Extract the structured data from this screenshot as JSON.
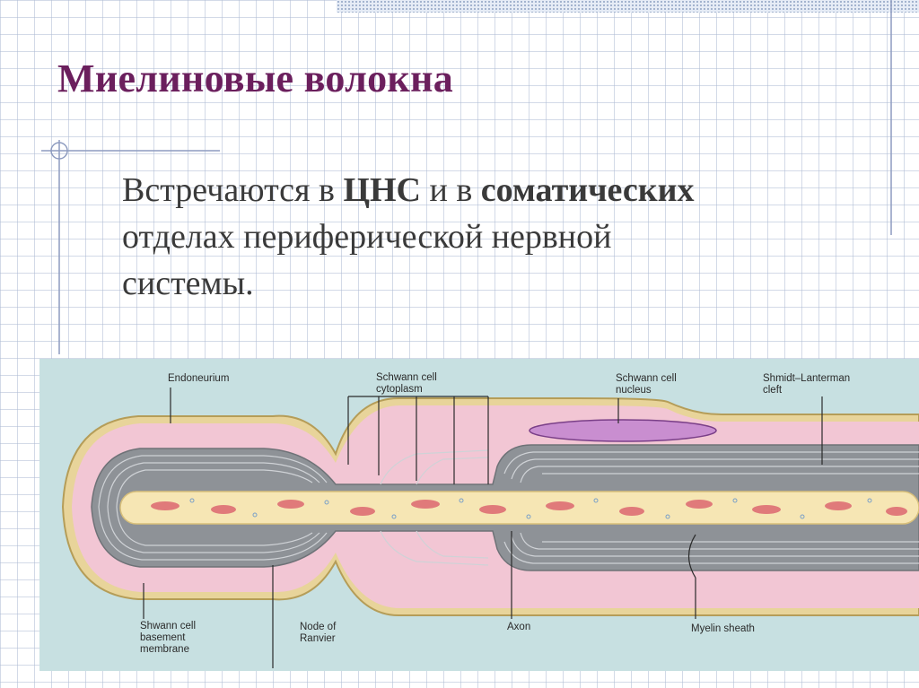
{
  "slide": {
    "title": "Миелиновые волокна",
    "body": {
      "part1": "Встречаются в ",
      "bold1": "ЦНС",
      "part2": " и в ",
      "bold2": "соматических",
      "part3": " отделах периферической нервной системы."
    }
  },
  "figure": {
    "labels": {
      "endoneurium": "Endoneurium",
      "schwann_cytoplasm_line1": "Schwann cell",
      "schwann_cytoplasm_line2": "cytoplasm",
      "schwann_nucleus_line1": "Schwann cell",
      "schwann_nucleus_line2": "nucleus",
      "shmidt_line1": "Shmidt–Lanterman",
      "shmidt_line2": "cleft",
      "basement_line1": "Shwann cell",
      "basement_line2": "basement",
      "basement_line3": "membrane",
      "ranvier_line1": "Node of",
      "ranvier_line2": "Ranvier",
      "axon": "Axon",
      "myelin": "Myelin sheath"
    }
  },
  "colors": {
    "title": "#6b1f5d",
    "figure_bg": "#c7e0e1",
    "myelin": "#8e9297",
    "cytoplasm": "#f2c6d4",
    "axon": "#f6e6b4",
    "nucleus": "#c98ed0"
  }
}
